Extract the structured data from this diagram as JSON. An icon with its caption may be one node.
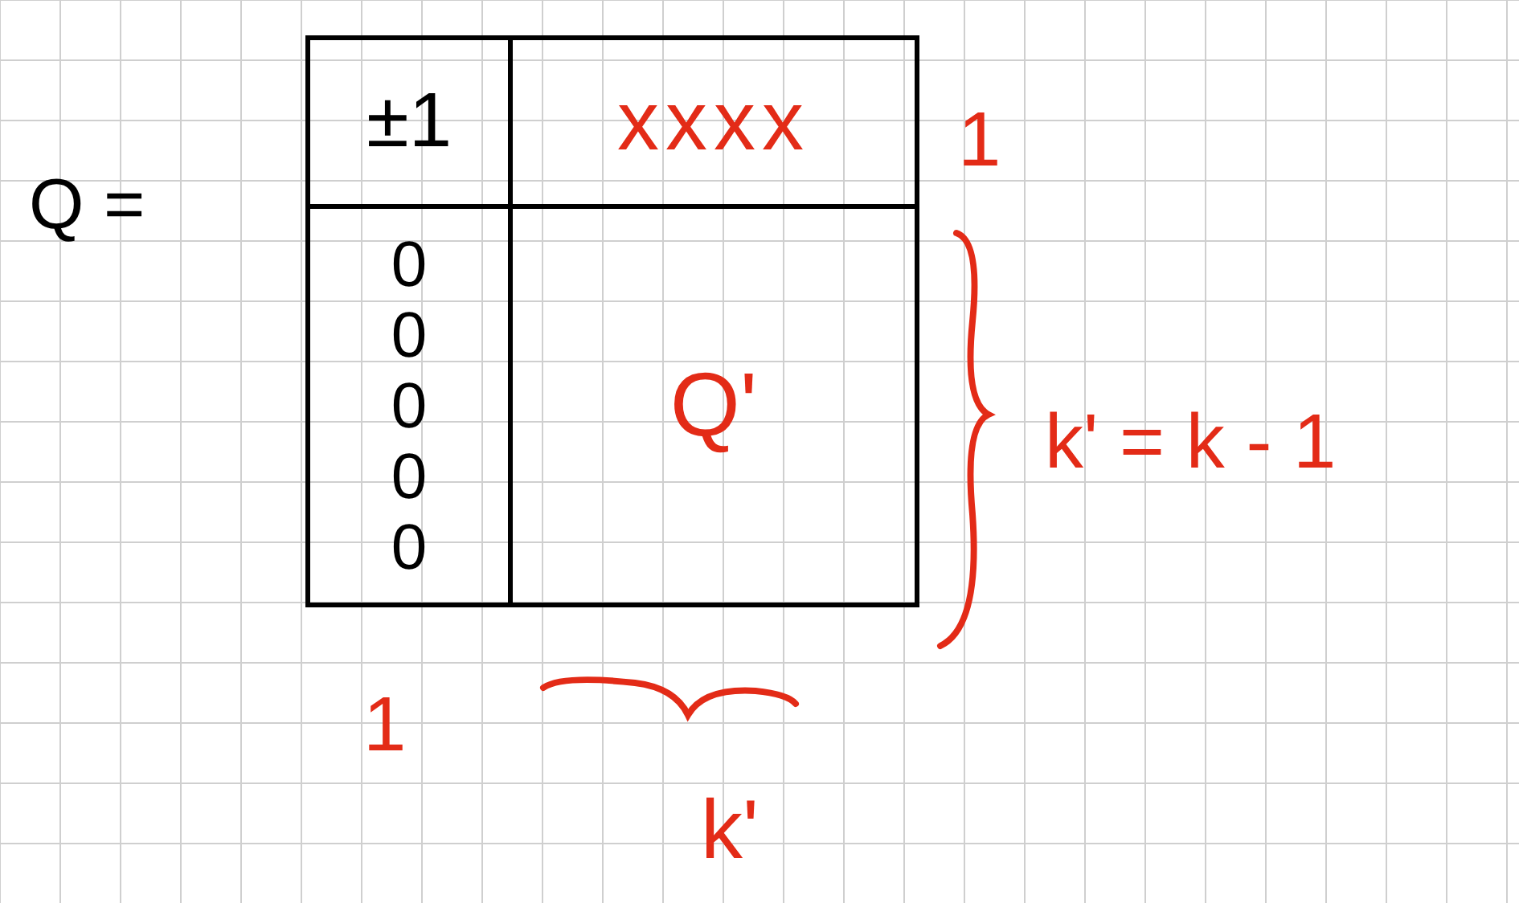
{
  "diagram": {
    "nodes": [
      {
        "text": [],
        "shape": "box"
      },
      {
        "text": [
          "±1"
        ],
        "in": 0
      },
      {
        "text": [
          "xxxx"
        ],
        "in": 0
      },
      {
        "text": [
          "0 0 0 0 0"
        ],
        "in": 0
      },
      {
        "text": [
          "Q'"
        ],
        "in": 0
      }
    ],
    "labels": [
      "Q =",
      "1",
      "k' = k - 1",
      "1",
      "k'"
    ]
  }
}
